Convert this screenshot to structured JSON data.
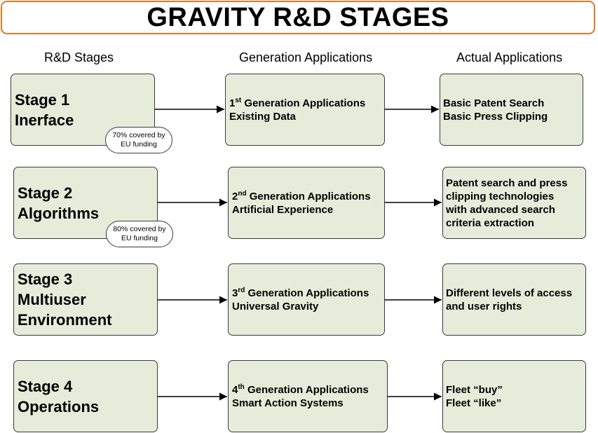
{
  "title": "GRAVITY R&D STAGES",
  "headers": {
    "rd_stages": "R&D Stages",
    "generation": "Generation Applications",
    "actual": "Actual Applications"
  },
  "rows": [
    {
      "stage_line1": "Stage 1",
      "stage_line2": "Inerface",
      "funding_line1": "70% covered by",
      "funding_line2": "EU funding",
      "gen_ordinal": "1",
      "gen_suffix": "st",
      "gen_title": " Generation Applications",
      "gen_name": "Existing Data",
      "actual": [
        "Basic Patent Search",
        "Basic Press Clipping"
      ]
    },
    {
      "stage_line1": "Stage 2",
      "stage_line2": "Algorithms",
      "funding_line1": "80% covered by",
      "funding_line2": "EU funding",
      "gen_ordinal": "2",
      "gen_suffix": "nd",
      "gen_title": " Generation Applications",
      "gen_name": "Artificial Experience",
      "actual": [
        "Patent search and press",
        "clipping technologies",
        "with advanced search",
        "criteria extraction"
      ]
    },
    {
      "stage_line1": "Stage 3",
      "stage_line2": "Multiuser",
      "stage_line3": "Environment",
      "gen_ordinal": "3",
      "gen_suffix": "rd",
      "gen_title": " Generation Applications",
      "gen_name": "Universal Gravity",
      "actual": [
        "Different levels of access",
        "and user rights"
      ]
    },
    {
      "stage_line1": "Stage 4",
      "stage_line2": "Operations",
      "gen_ordinal": "4",
      "gen_suffix": "th",
      "gen_title": " Generation Applications",
      "gen_name": "Smart Action Systems",
      "actual": [
        "Fleet “buy”",
        "Fleet “like”"
      ]
    }
  ]
}
